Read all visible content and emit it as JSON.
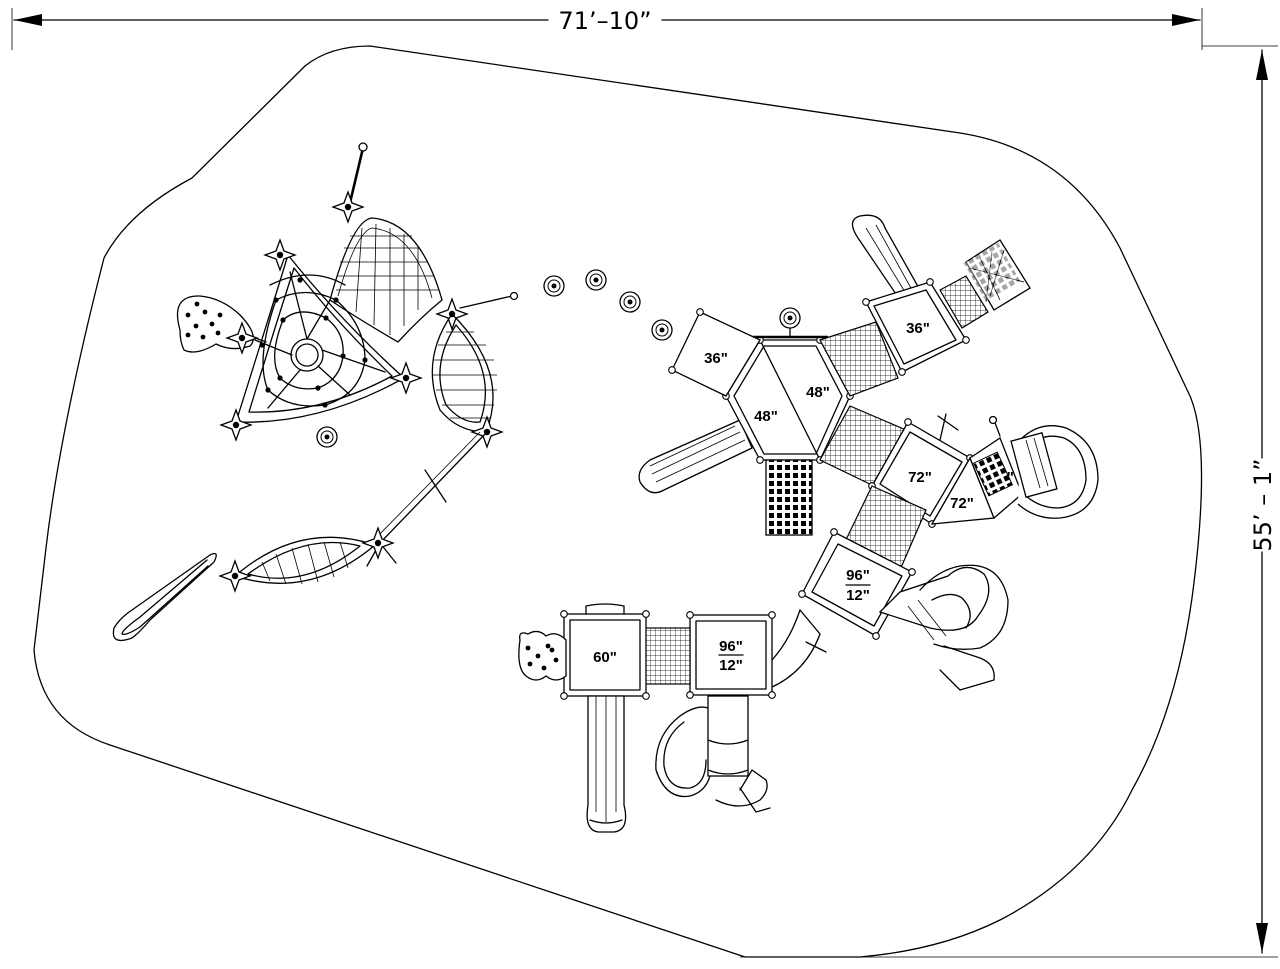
{
  "dimensions": {
    "width_label": "71’–10”",
    "height_label": "55’ – 1”"
  },
  "deck_labels": {
    "deck_36_a": "36\"",
    "deck_36_b": "36\"",
    "deck_48_a": "48\"",
    "deck_48_b": "48\"",
    "deck_72_a": "72\"",
    "deck_72_b": "72\"",
    "deck_76": "76\"",
    "deck_96_a_top": "96\"",
    "deck_96_a_bottom": "12\"",
    "deck_60": "60\"",
    "deck_96_b_top": "96\"",
    "deck_96_b_bottom": "12\""
  }
}
